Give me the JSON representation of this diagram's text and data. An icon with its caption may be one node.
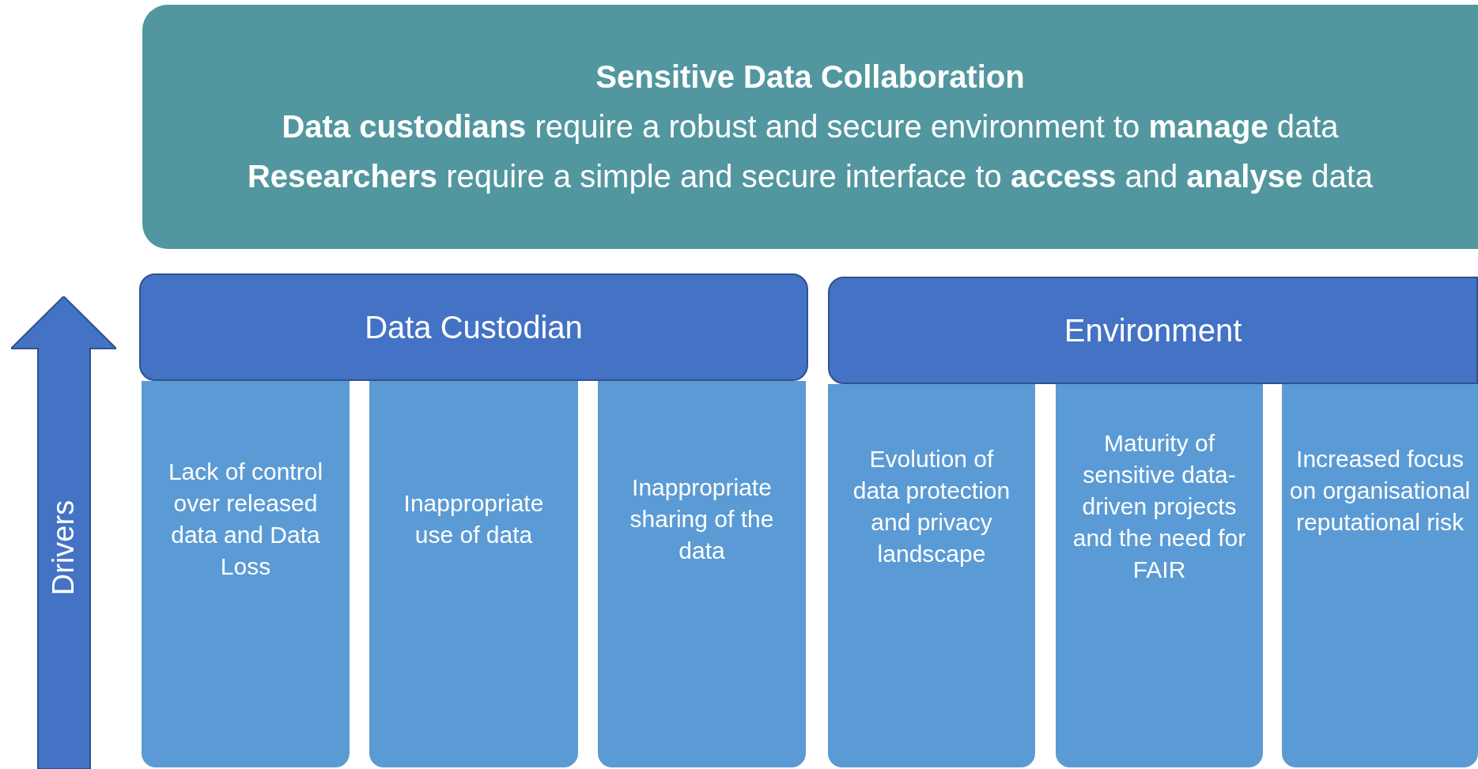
{
  "diagram": {
    "nodes": [
      {
        "text": [
          "Sensitive Data Collaboration",
          "**Data custodians** require a robust and secure environment to **manage** data",
          "**Researchers** require a simple and secure interface to **access** and **analyse** data"
        ]
      },
      {
        "text": [
          "Data Custodian"
        ]
      },
      {
        "text": [
          "Environment"
        ]
      },
      {
        "text": [
          "Lack of control over released data and Data Loss"
        ]
      },
      {
        "text": [
          "Inappropriate use of data"
        ]
      },
      {
        "text": [
          "Inappropriate sharing of the data"
        ]
      },
      {
        "text": [
          "Evolution of data protection and privacy landscape"
        ]
      },
      {
        "text": [
          "Maturity of sensitive data-driven projects and the need for FAIR"
        ]
      },
      {
        "text": [
          "Increased focus on organisational reputational risk"
        ]
      },
      {
        "text": [
          "Drivers"
        ]
      }
    ],
    "edges": []
  }
}
